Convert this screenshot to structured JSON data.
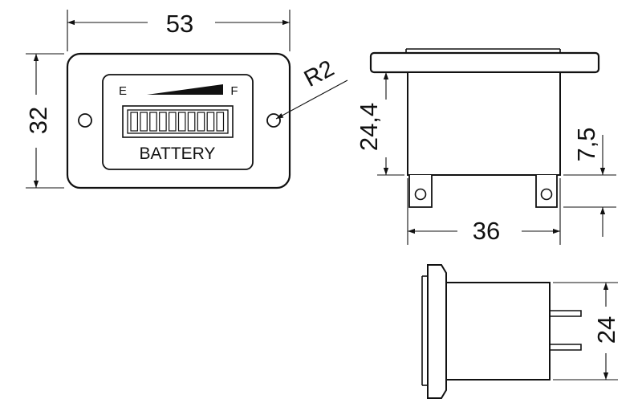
{
  "dimensions": {
    "width": "53",
    "height": "32",
    "radius": "R2",
    "body_height": "24,4",
    "terminal_height": "7,5",
    "body_width": "36",
    "body_depth": "24"
  },
  "display": {
    "empty_label": "E",
    "full_label": "F",
    "caption": "BATTERY",
    "segment_count": 10
  },
  "colors": {
    "line": "#111111",
    "background": "#ffffff"
  }
}
